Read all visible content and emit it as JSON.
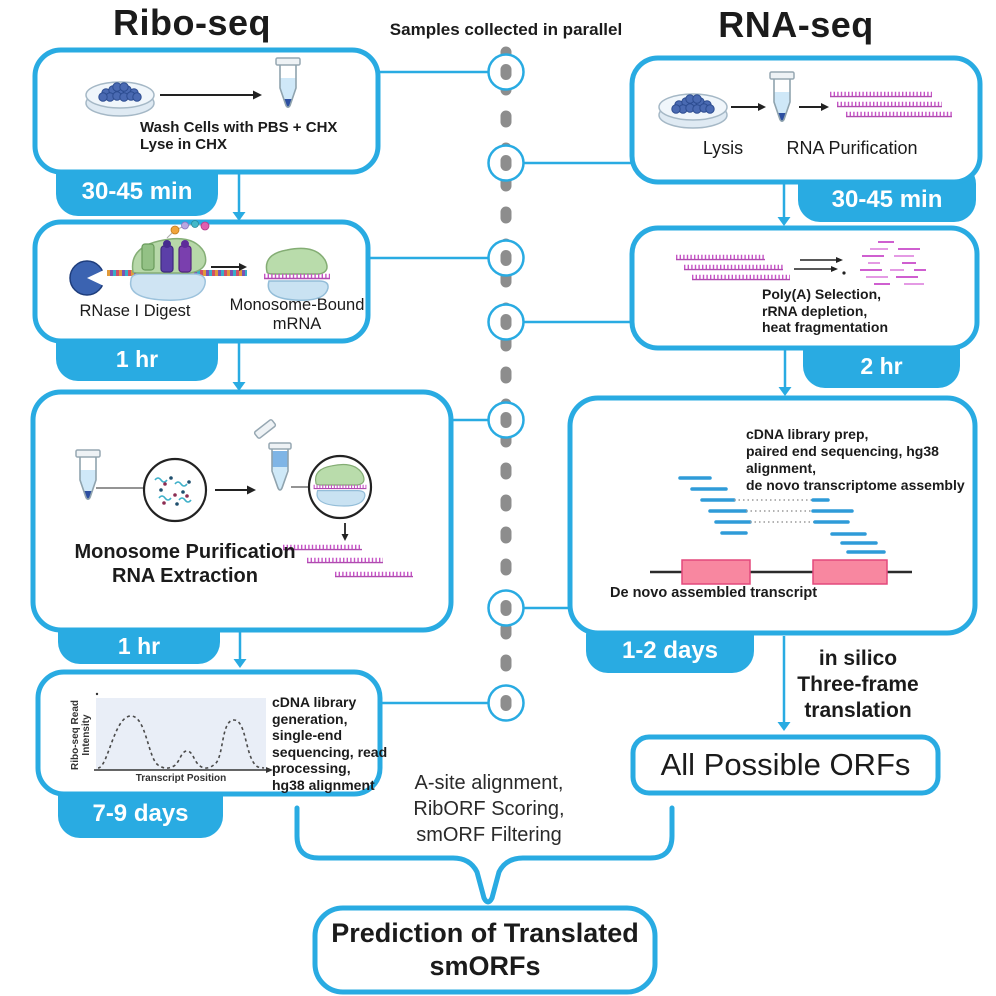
{
  "colors": {
    "accent": "#29abe2",
    "dash_gray": "#8d8d8d",
    "read_pink": "#c554c5",
    "read_blue": "#2f9bd8",
    "exon_fill": "#f887a0",
    "exon_stroke": "#e3487c",
    "text": "#1b1b1b"
  },
  "header": {
    "ribo_title": "Ribo-seq",
    "rna_title": "RNA-seq",
    "center_note": "Samples collected in parallel"
  },
  "ribo": {
    "step1": {
      "caption": [
        "Wash Cells with PBS + CHX",
        "Lyse in CHX"
      ],
      "badge": "30-45 min"
    },
    "step2": {
      "enzyme_label": "RNase I Digest",
      "product_label": [
        "Monosome-Bound",
        "mRNA"
      ],
      "badge": "1 hr"
    },
    "step3": {
      "caption": [
        "Monosome Purification",
        "RNA Extraction"
      ],
      "badge": "1 hr"
    },
    "step4": {
      "plot": {
        "ylabel": [
          "Ribo-seq Read",
          "Intensity"
        ],
        "xlabel": "Transcript Position"
      },
      "caption": [
        "cDNA library",
        "generation,",
        "single-end",
        "sequencing, read",
        "processing,",
        "hg38 alignment"
      ],
      "badge": "7-9 days"
    }
  },
  "rna": {
    "step1": {
      "label_lysis": "Lysis",
      "label_purification": "RNA Purification",
      "badge": "30-45 min"
    },
    "step2": {
      "caption": [
        "Poly(A) Selection,",
        "rRNA depletion,",
        "heat fragmentation"
      ],
      "badge": "2 hr"
    },
    "step3": {
      "caption": [
        "cDNA library prep,",
        "paired end sequencing, hg38",
        "alignment,",
        "de novo transcriptome assembly"
      ],
      "transcript_label": "De novo assembled transcript",
      "badge": "1-2 days"
    },
    "in_silico": [
      "in silico",
      "Three-frame",
      "translation"
    ],
    "orfs_label": "All Possible ORFs"
  },
  "merge": {
    "filters": [
      "A-site alignment,",
      "RibORF Scoring,",
      "smORF Filtering"
    ],
    "result": [
      "Prediction of Translated",
      "smORFs"
    ]
  }
}
